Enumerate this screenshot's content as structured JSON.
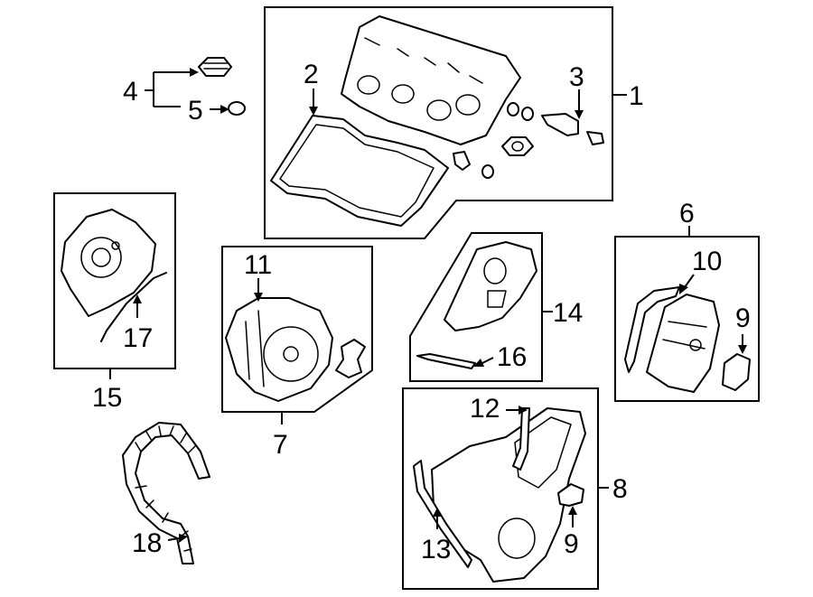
{
  "callouts": {
    "n1": "1",
    "n2": "2",
    "n3": "3",
    "n4": "4",
    "n5": "5",
    "n6": "6",
    "n7": "7",
    "n8": "8",
    "n9a": "9",
    "n9b": "9",
    "n10": "10",
    "n11": "11",
    "n12": "12",
    "n13": "13",
    "n14": "14",
    "n15": "15",
    "n16": "16",
    "n17": "17",
    "n18": "18"
  }
}
